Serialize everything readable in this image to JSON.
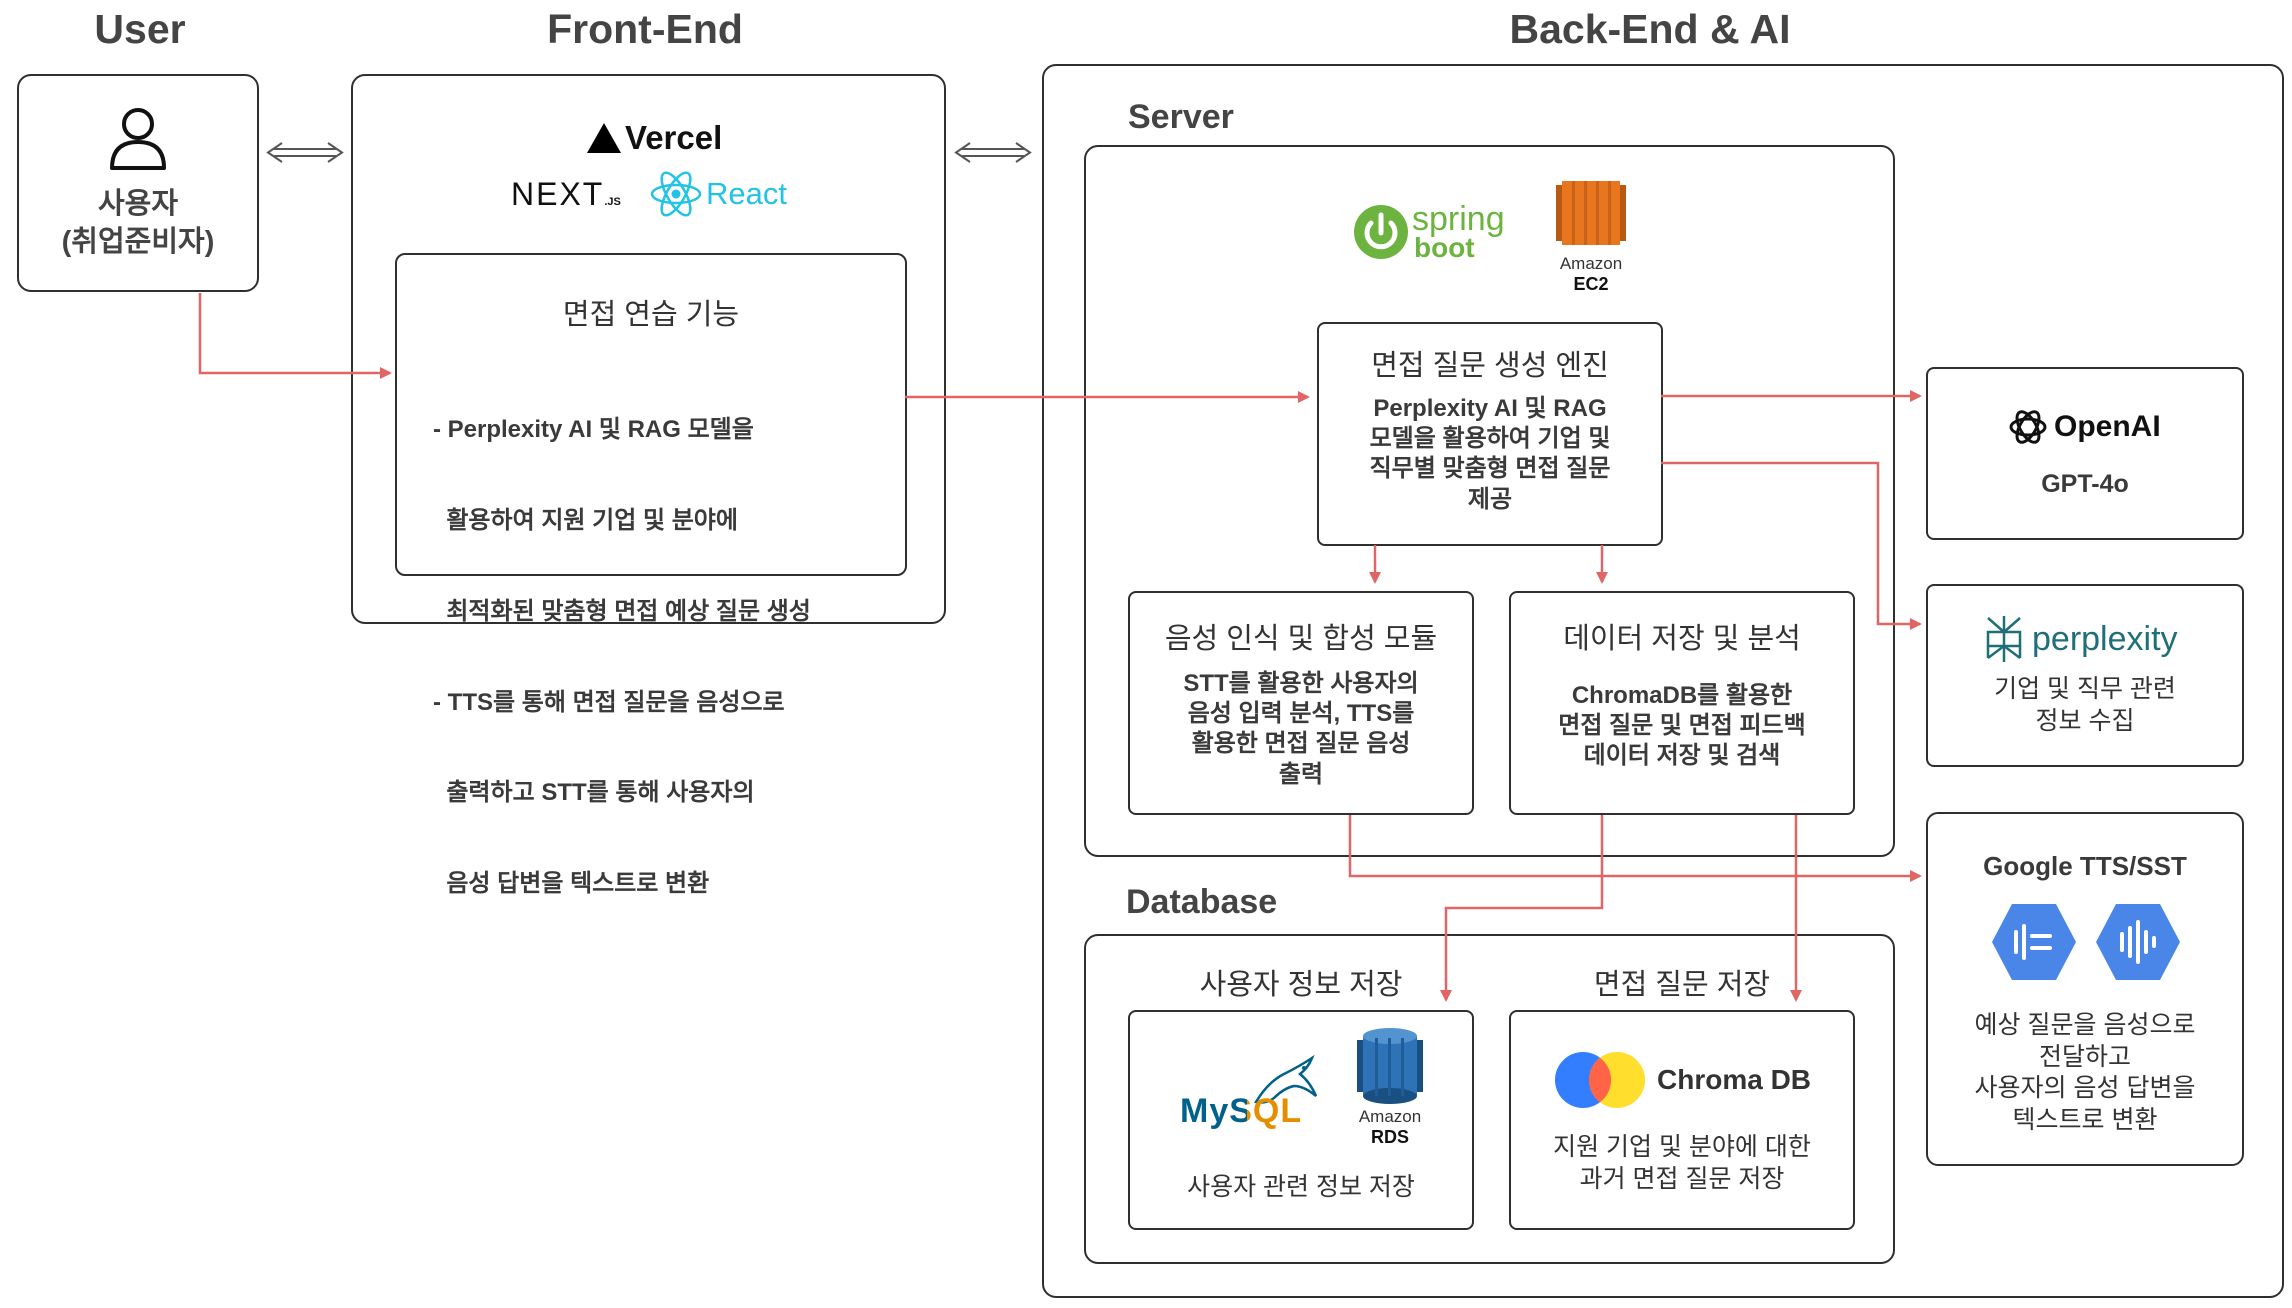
{
  "sections": {
    "user": "User",
    "frontend": "Front-End",
    "backend": "Back-End & AI",
    "server": "Server",
    "database": "Database"
  },
  "user_box": {
    "line1": "사용자",
    "line2": "(취업준비자)",
    "icon": "user-icon"
  },
  "frontend": {
    "logos": {
      "vercel": "Vercel",
      "next": "NEXT",
      "next_sub": ".JS",
      "react": "React"
    },
    "feature": {
      "title": "면접 연습 기능",
      "bullets": [
        "- Perplexity AI 및 RAG 모델을",
        "  활용하여 지원 기업 및 분야에",
        "  최적화된 맞춤형 면접 예상 질문 생성",
        "- TTS를 통해 면접 질문을 음성으로",
        "  출력하고 STT를 통해 사용자의",
        "  음성 답변을 텍스트로 변환"
      ]
    }
  },
  "server": {
    "logos": {
      "spring1": "spring",
      "spring2": "boot",
      "amazon": "Amazon",
      "ec2": "EC2"
    },
    "engine": {
      "title": "면접 질문 생성 엔진",
      "lines": [
        "Perplexity AI 및 RAG",
        "모델을 활용하여 기업 및",
        "직무별 맞춤형 면접 질문",
        "제공"
      ]
    },
    "speech": {
      "title": "음성 인식 및 합성 모듈",
      "lines": [
        "STT를 활용한 사용자의",
        "음성 입력 분석, TTS를",
        "활용한 면접 질문 음성",
        "출력"
      ]
    },
    "data": {
      "title": "데이터 저장 및 분석",
      "lines": [
        "ChromaDB를 활용한",
        "면접 질문 및 면접 피드백",
        "데이터 저장 및 검색"
      ]
    }
  },
  "database": {
    "user_store": {
      "title": "사용자 정보 저장",
      "mysql": "MySQL",
      "amazon": "Amazon",
      "rds": "RDS",
      "caption": "사용자 관련 정보 저장"
    },
    "question_store": {
      "title": "면접 질문 저장",
      "chroma": "Chroma DB",
      "lines": [
        "지원 기업 및 분야에 대한",
        "과거 면접 질문 저장"
      ]
    }
  },
  "external": {
    "openai": {
      "name": "OpenAI",
      "model": "GPT-4o"
    },
    "perplexity": {
      "name": "perplexity",
      "lines": [
        "기업 및 직무 관련",
        "정보 수집"
      ]
    },
    "google": {
      "title": "Google TTS/SST",
      "lines": [
        "예상 질문을 음성으로",
        "전달하고",
        "사용자의 음성 답변을",
        "텍스트로 변환"
      ]
    }
  },
  "colors": {
    "arrow": "#e06666",
    "react": "#22c3e6",
    "spring": "#6db33f",
    "ec2": "#e8761f",
    "rds": "#2e73b8",
    "mysql_blue": "#00618a",
    "mysql_orange": "#e48e00",
    "google_blue": "#4a86e8",
    "chroma_blue": "#327eff",
    "chroma_red": "#ff6446",
    "chroma_yellow": "#ffde2d",
    "perplexity": "#1f6f78"
  }
}
